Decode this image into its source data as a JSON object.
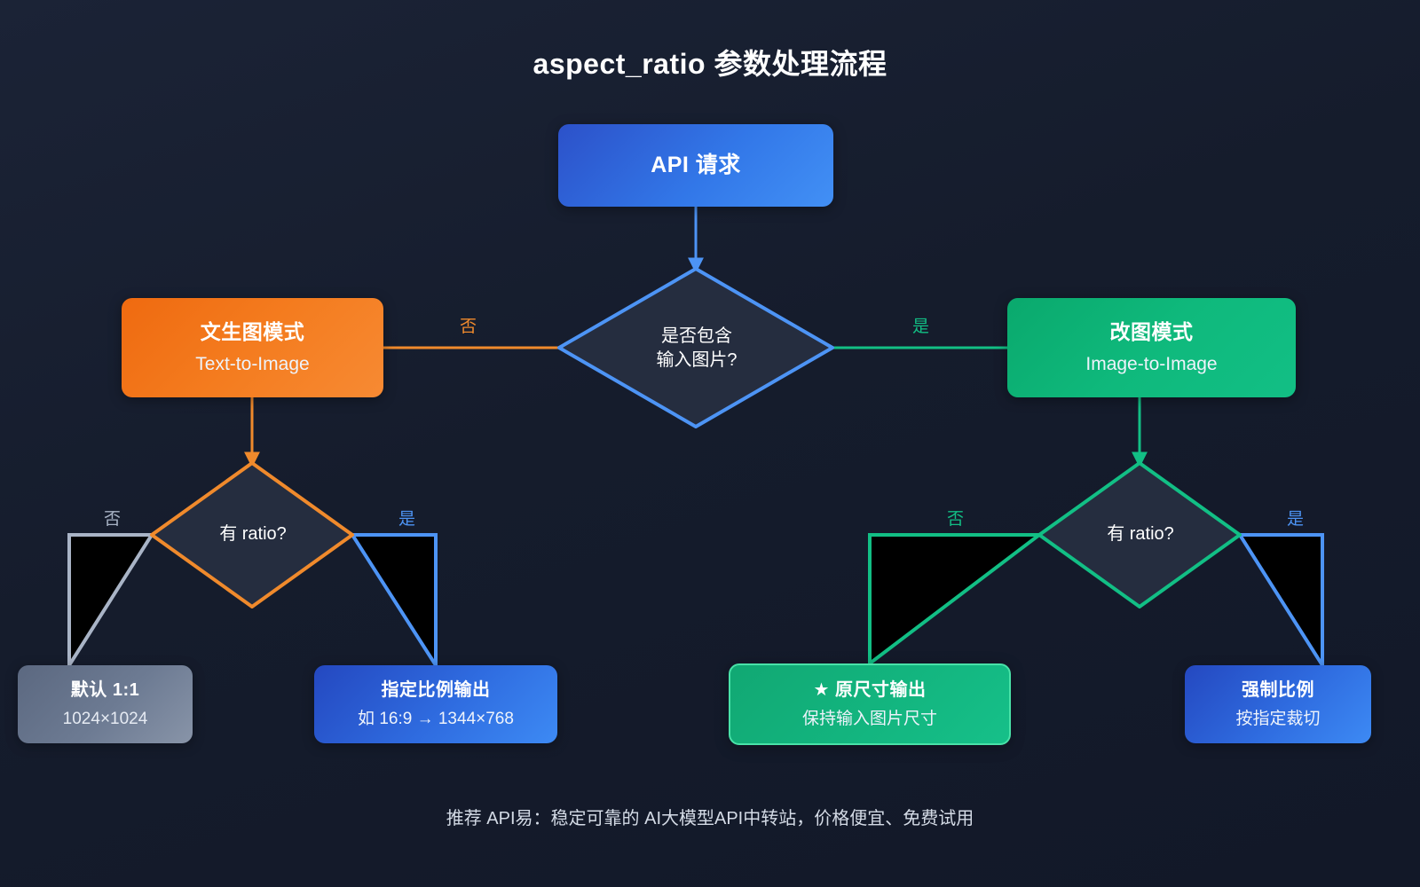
{
  "title": "aspect_ratio 参数处理流程",
  "footer": "推荐 API易：稳定可靠的 AI大模型API中转站，价格便宜、免费试用",
  "colors": {
    "background": "#151c2c",
    "blue": "#3b82f6",
    "orange": "#f47c1f",
    "green": "#12bf85",
    "grey": "#6d7b93",
    "black_fill": "#000000",
    "text": "#ffffff"
  },
  "nodes": {
    "api_request": {
      "title": "API 请求",
      "subtitle": ""
    },
    "decision_has_image": {
      "line1": "是否包含",
      "line2": "输入图片?"
    },
    "text_to_image": {
      "title": "文生图模式",
      "subtitle": "Text-to-Image"
    },
    "image_to_image": {
      "title": "改图模式",
      "subtitle": "Image-to-Image"
    },
    "decision_ratio_left": {
      "line1": "有 ratio?",
      "line2": ""
    },
    "decision_ratio_right": {
      "line1": "有 ratio?",
      "line2": ""
    },
    "default_square": {
      "title": "默认 1:1",
      "subtitle": "1024×1024"
    },
    "specified_ratio": {
      "title": "指定比例输出",
      "subtitle": "如 16:9 → 1344×768"
    },
    "original_size": {
      "title": "★ 原尺寸输出",
      "subtitle": "保持输入图片尺寸"
    },
    "forced_ratio": {
      "title": "强制比例",
      "subtitle": "按指定裁切"
    }
  },
  "edge_labels": {
    "no_top": "否",
    "yes_top": "是",
    "no_left": "否",
    "yes_left": "是",
    "no_right": "否",
    "yes_right": "是"
  }
}
